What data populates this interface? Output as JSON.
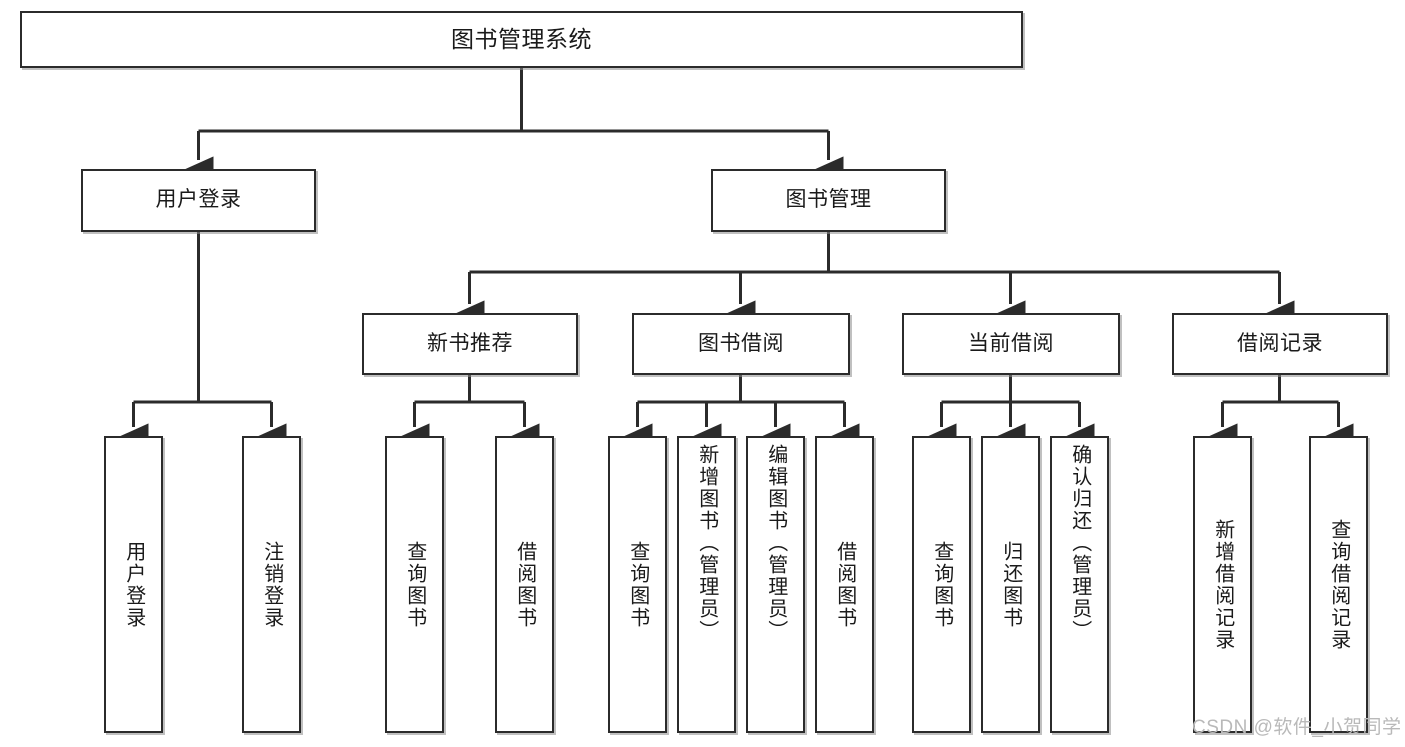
{
  "diagram": {
    "title": "图书管理系统",
    "type": "功能结构图",
    "colors": {
      "box_border": "#2b2b2b",
      "box_fill": "#ffffff",
      "edge": "#2b2b2b",
      "text": "#1a1a1a",
      "watermark": "#b9b9b9",
      "background": "#ffffff"
    },
    "root": {
      "label": "图书管理系统"
    },
    "level2": [
      {
        "label": "用户登录"
      },
      {
        "label": "图书管理"
      }
    ],
    "level3": [
      {
        "label": "新书推荐"
      },
      {
        "label": "图书借阅"
      },
      {
        "label": "当前借阅"
      },
      {
        "label": "借阅记录"
      }
    ],
    "leaves": [
      {
        "label": "用户登录",
        "parent": "用户登录"
      },
      {
        "label": "注销登录",
        "parent": "用户登录"
      },
      {
        "label": "查询图书",
        "parent": "新书推荐"
      },
      {
        "label": "借阅图书",
        "parent": "新书推荐"
      },
      {
        "label": "查询图书",
        "parent": "图书借阅"
      },
      {
        "label": "新增图书（管理员）",
        "parent": "图书借阅"
      },
      {
        "label": "编辑图书（管理员）",
        "parent": "图书借阅"
      },
      {
        "label": "借阅图书",
        "parent": "图书借阅"
      },
      {
        "label": "查询图书",
        "parent": "当前借阅"
      },
      {
        "label": "归还图书",
        "parent": "当前借阅"
      },
      {
        "label": "确认归还（管理员）",
        "parent": "当前借阅"
      },
      {
        "label": "新增借阅记录",
        "parent": "借阅记录"
      },
      {
        "label": "查询借阅记录",
        "parent": "借阅记录"
      }
    ],
    "watermark": "CSDN @软件_小贺同学"
  }
}
